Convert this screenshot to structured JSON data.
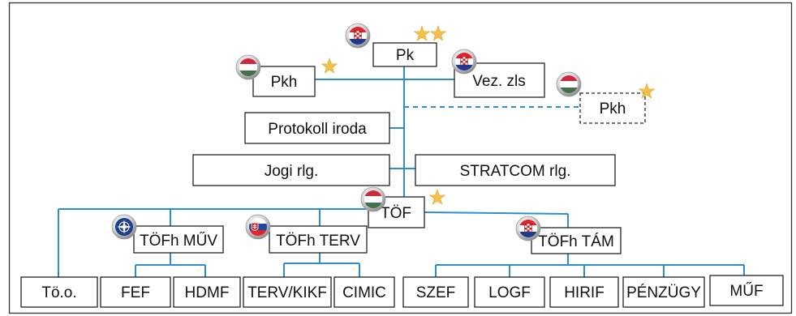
{
  "nodes": {
    "pk": "Pk",
    "pkh_left": "Pkh",
    "vez_zls": "Vez. zls",
    "pkh_right": "Pkh",
    "protokoll": "Protokoll iroda",
    "jogi": "Jogi rlg.",
    "stratcom": "STRATCOM rlg.",
    "tof": "TÖF",
    "tofh_muv": "TÖFh MŰV",
    "tofh_terv": "TÖFh TERV",
    "tofh_tam": "TÖFh TÁM",
    "too": "Tö.o.",
    "fef": "FEF",
    "hdmf": "HDMF",
    "terv_kikf": "TERV/KIKF",
    "cimic": "CIMIC",
    "szef": "SZEF",
    "logf": "LOGF",
    "hirif": "HIRIF",
    "penzugy": "PÉNZÜGY",
    "muf": "MŰF"
  },
  "badges": {
    "pk": "croatia-flag-icon",
    "pkh_left": "hungary-flag-icon",
    "vez_zls": "croatia-flag-icon",
    "pkh_right": "hungary-flag-icon",
    "tof": "hungary-flag-icon",
    "tofh_muv": "nato-emblem-icon",
    "tofh_terv": "slovakia-flag-icon",
    "tofh_tam": "croatia-flag-icon"
  },
  "colors": {
    "connector": "#2e8bd6",
    "box_border": "#222222",
    "star": "#f5c04a"
  }
}
